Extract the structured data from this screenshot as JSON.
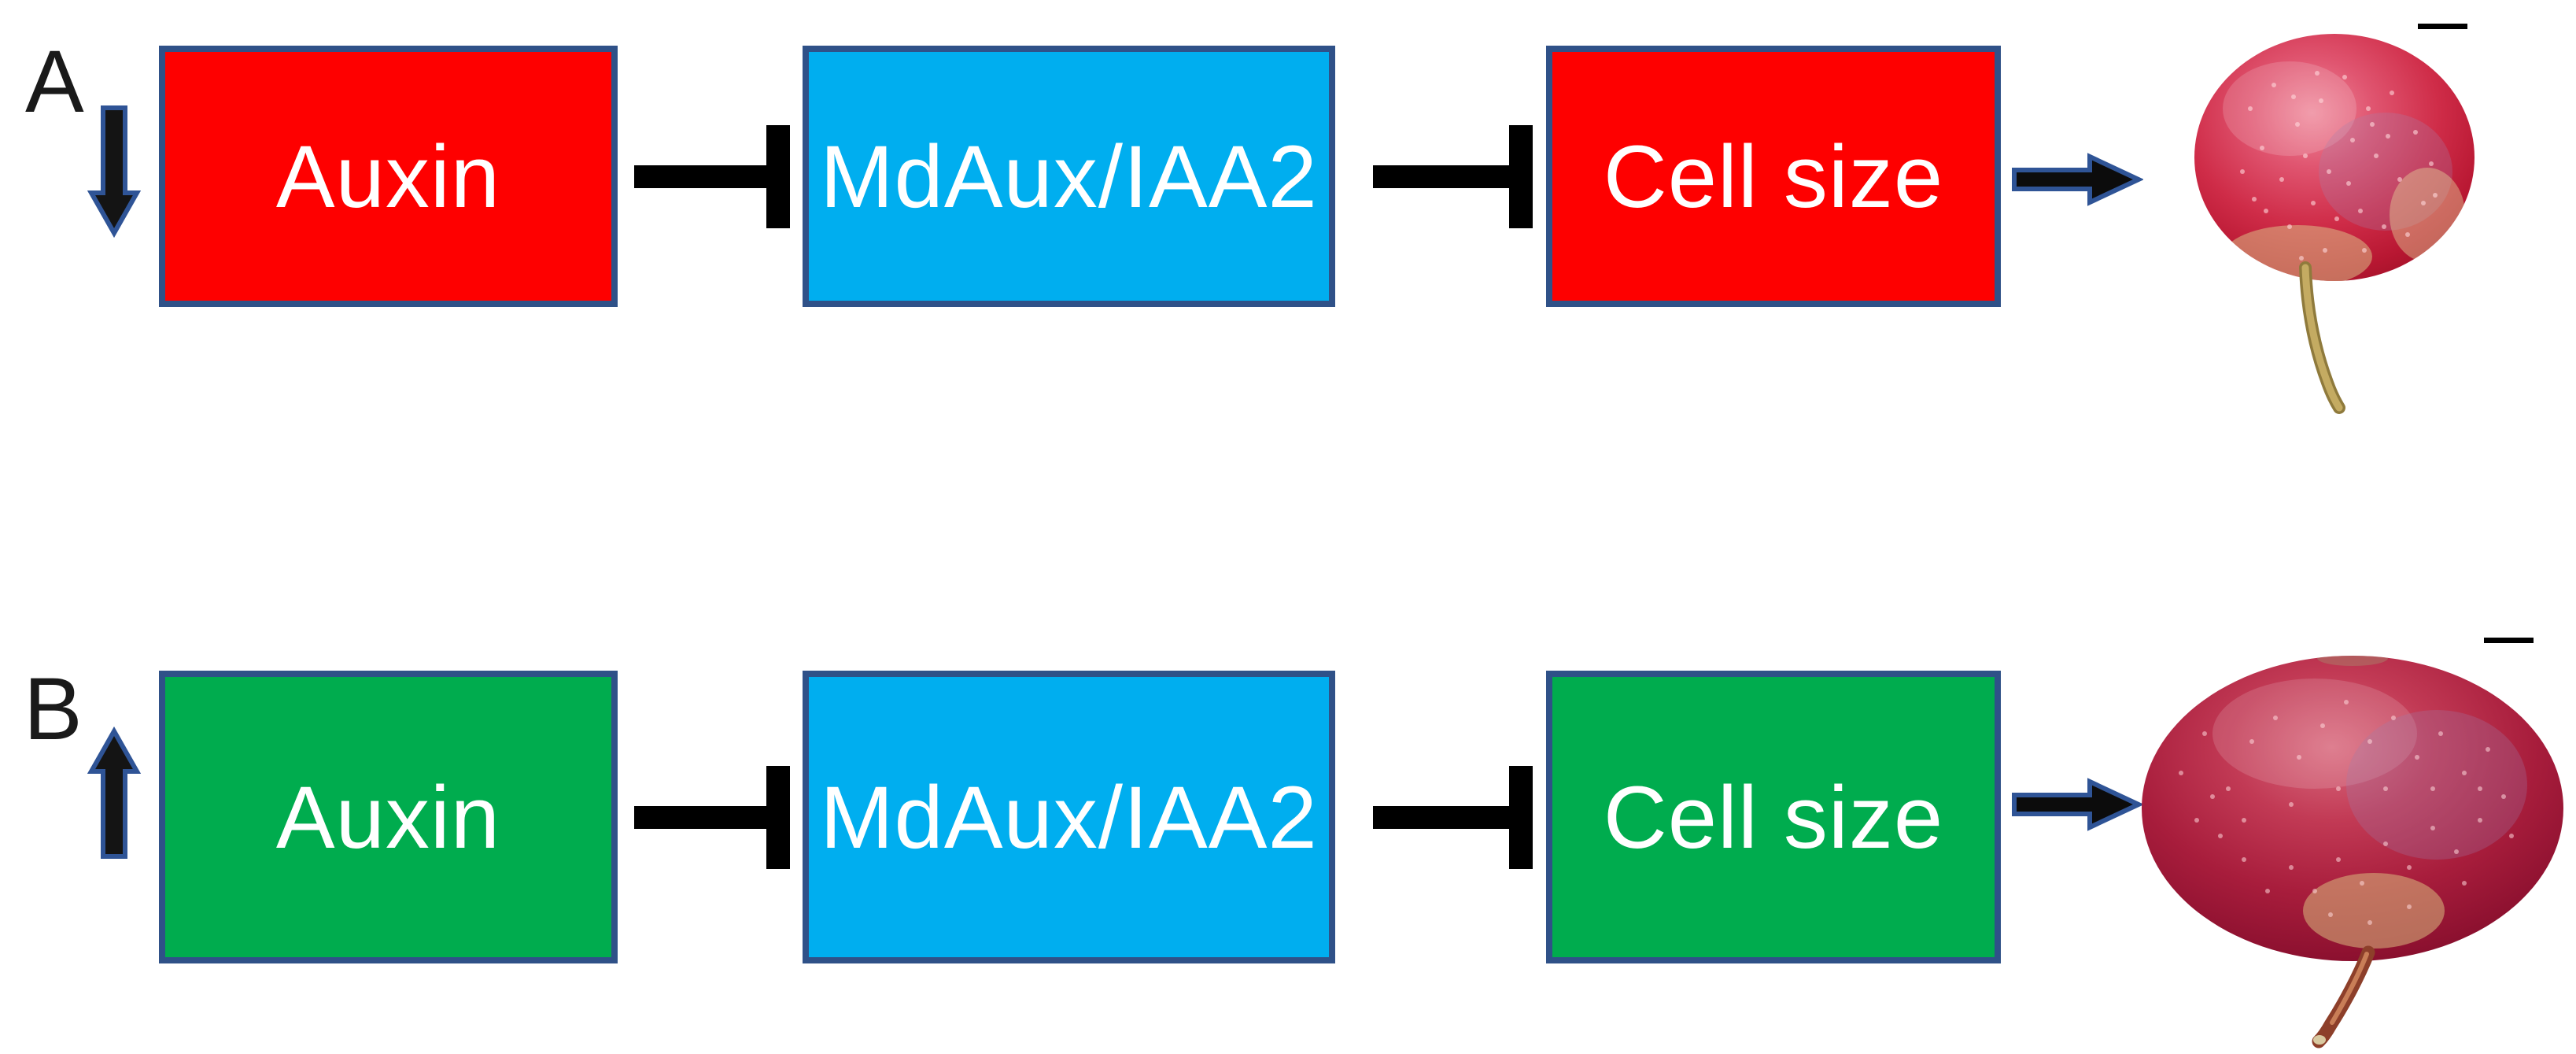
{
  "figure": {
    "background": "#FFFFFF",
    "colors": {
      "red_box": "#FE0000",
      "green_box": "#00AC4E",
      "blue_box": "#00AEEF",
      "box_border": "#2F5188",
      "box_text": "#FFFFFF",
      "connector_black": "#000000",
      "arrow_outline": "#2F5496",
      "panel_label_text": "#1A1A1A"
    },
    "panels": [
      {
        "label": "A",
        "auxin_level": "decreased",
        "trend_icon": "arrow-down-icon",
        "nodes": [
          {
            "text": "Auxin",
            "fill": "#FE0000"
          },
          {
            "text": "MdAux/IAA2",
            "fill": "#00AEEF"
          },
          {
            "text": "Cell size",
            "fill": "#FE0000"
          }
        ],
        "connectors": [
          "inhibition-t-bar",
          "inhibition-t-bar",
          "arrow-right"
        ],
        "outcome_icon": "small-apple-image",
        "outcome": "small round red apple with long pedicel",
        "scale_bar_icon": "scale-bar"
      },
      {
        "label": "B",
        "auxin_level": "increased",
        "trend_icon": "arrow-up-icon",
        "nodes": [
          {
            "text": "Auxin",
            "fill": "#00AC4E"
          },
          {
            "text": "MdAux/IAA2",
            "fill": "#00AEEF"
          },
          {
            "text": "Cell size",
            "fill": "#00AC4E"
          }
        ],
        "connectors": [
          "inhibition-t-bar",
          "inhibition-t-bar",
          "arrow-right"
        ],
        "outcome_icon": "large-apple-image",
        "outcome": "large oblate dark-red apple with short pedicel",
        "scale_bar_icon": "scale-bar"
      }
    ]
  }
}
